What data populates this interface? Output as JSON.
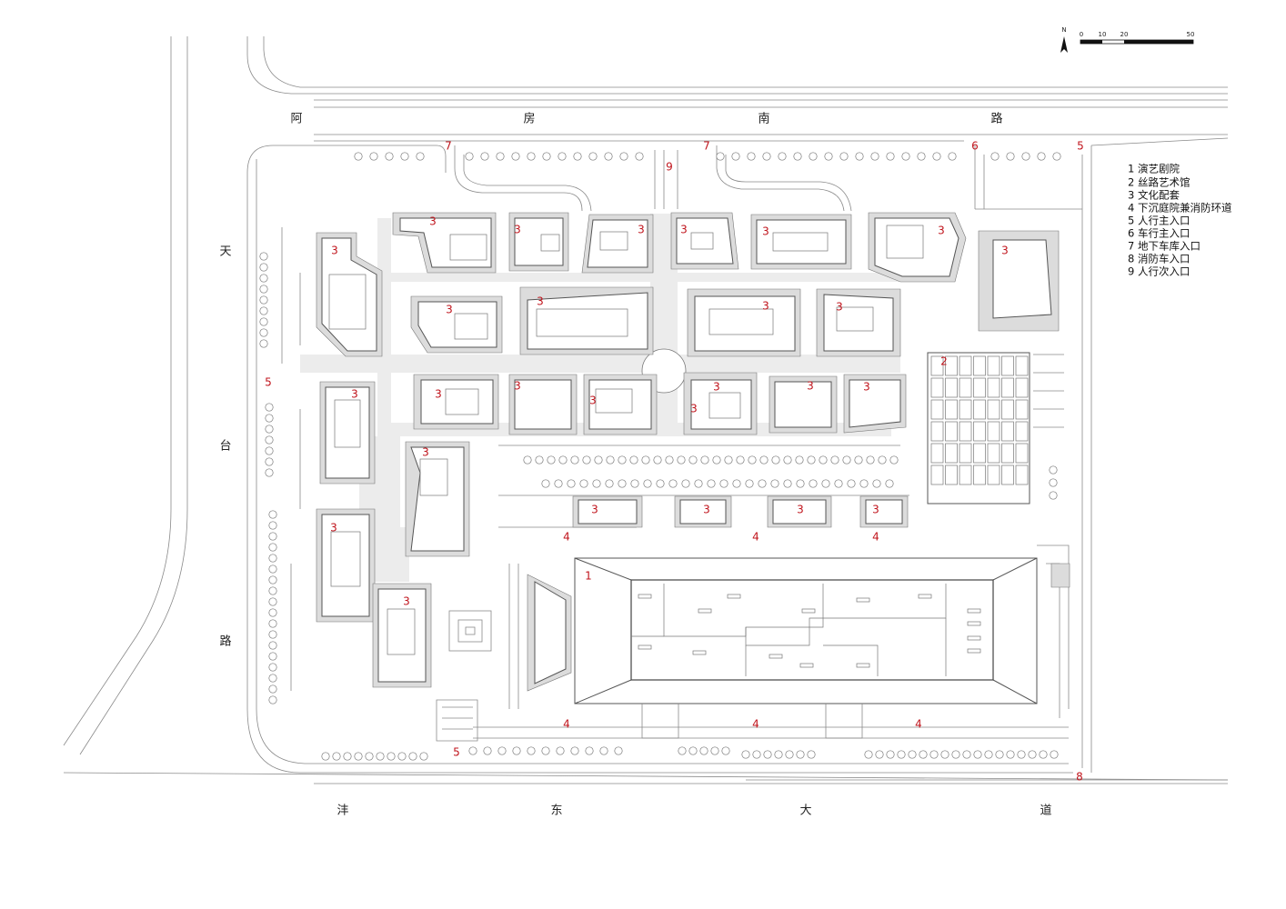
{
  "scale_bar": {
    "north": "N",
    "ticks": [
      "0",
      "10",
      "20",
      "50"
    ]
  },
  "roads": {
    "north": [
      "阿",
      "房",
      "南",
      "路"
    ],
    "west": [
      "天",
      "台",
      "路"
    ],
    "south": [
      "沣",
      "东",
      "大",
      "道"
    ]
  },
  "legend": [
    "1  演艺剧院",
    "2  丝路艺术馆",
    "3  文化配套",
    "4  下沉庭院兼消防环道",
    "5  人行主入口",
    "6  车行主入口",
    "7  地下车库入口",
    "8  消防车入口",
    "9  人行次入口"
  ],
  "markers": {
    "n1": "1",
    "n2": "2",
    "n3": "3",
    "n4": "4",
    "n5": "5",
    "n6": "6",
    "n7": "7",
    "n8": "8",
    "n9": "9"
  },
  "colors": {
    "marker": "#c0141c",
    "line": "#8a8a8a",
    "plaza": "#ececec"
  }
}
